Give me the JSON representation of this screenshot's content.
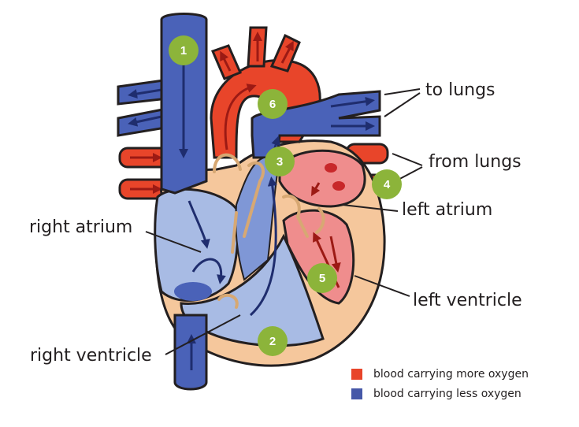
{
  "labels": {
    "to_lungs": "to lungs",
    "from_lungs": "from lungs",
    "right_atrium": "right atrium",
    "left_atrium": "left atrium",
    "left_ventricle": "left ventricle",
    "right_ventricle": "right ventricle"
  },
  "markers": [
    "1",
    "2",
    "3",
    "4",
    "5",
    "6"
  ],
  "legend": [
    {
      "text": "blood carrying more oxygen",
      "color": "#e8452a"
    },
    {
      "text": "blood carrying less oxygen",
      "color": "#4658a8"
    }
  ],
  "colors": {
    "oxygenated": "#e8452a",
    "deoxygenated": "#4a62b8",
    "muscle": "#f5c79c",
    "marker": "#8cb43a"
  }
}
